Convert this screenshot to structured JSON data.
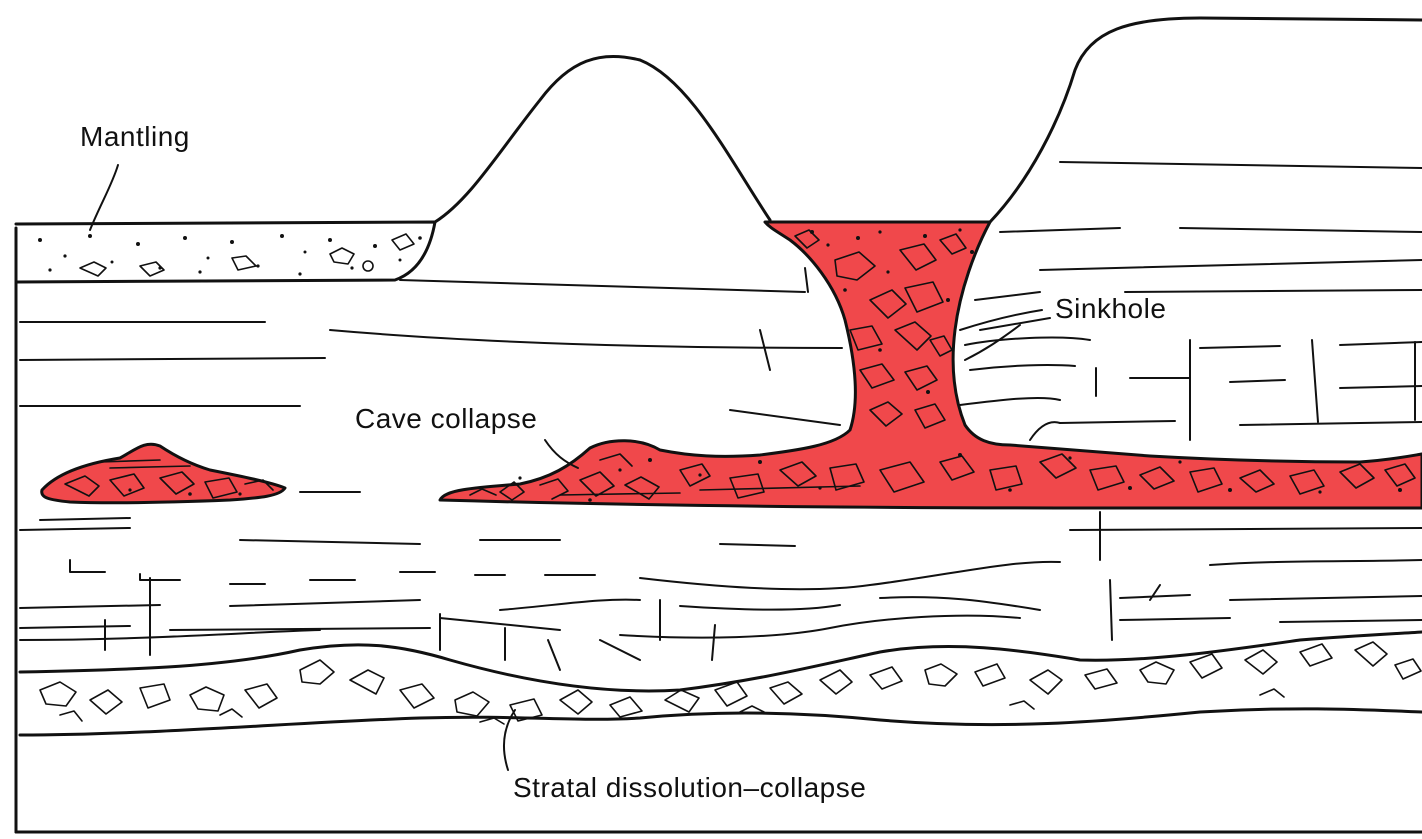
{
  "labels": {
    "mantling": "Mantling",
    "sinkhole": "Sinkhole",
    "cave_collapse": "Cave collapse",
    "stratal": "Stratal dissolution–collapse"
  },
  "colors": {
    "collapse_fill": "#f0484b",
    "ink": "#111111",
    "background": "#ffffff"
  }
}
